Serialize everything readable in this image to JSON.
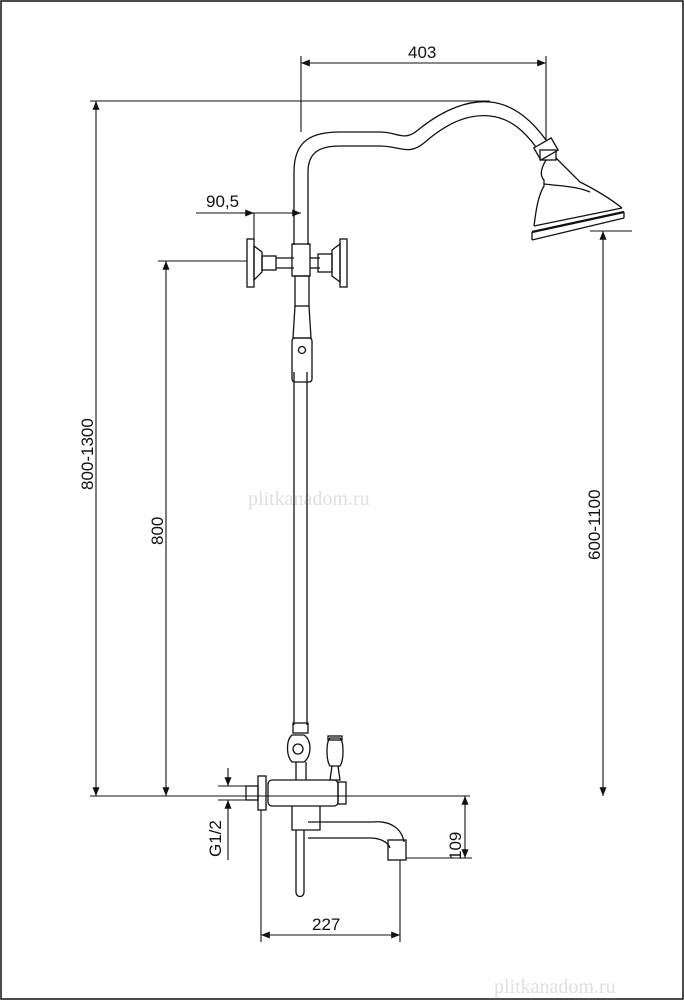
{
  "dimensions": {
    "arm_reach": "403",
    "handle_offset": "90,5",
    "total_height": "800-1300",
    "riser_height": "800",
    "head_height": "600-1100",
    "inlet_thread": "G1/2",
    "spout_drop": "109",
    "spout_reach": "227"
  },
  "watermark": "plitkanadom.ru",
  "colors": {
    "line": "#111111",
    "background": "#ffffff",
    "watermark": "#e0e0e0"
  }
}
